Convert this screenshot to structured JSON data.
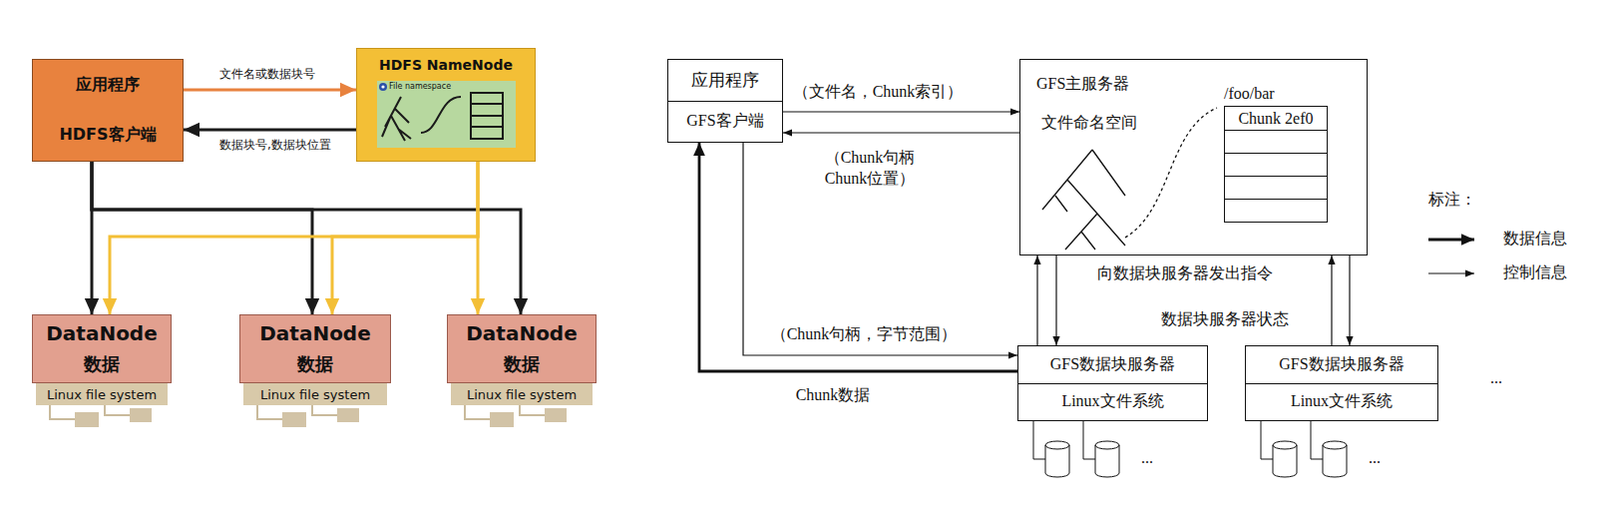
{
  "diagram": {
    "nodes": [
      {
        "text": [
          "应用程序",
          "HDFS客户端"
        ]
      },
      {
        "text": [
          "HDFS NameNode"
        ]
      },
      {
        "text": [
          "File namespace"
        ],
        "in": 1
      },
      {
        "text": [
          "DataNode",
          "数据"
        ]
      },
      {
        "text": [
          "Linux file system"
        ]
      },
      {
        "text": [
          "DataNode",
          "数据"
        ]
      },
      {
        "text": [
          "Linux file system"
        ]
      },
      {
        "text": [
          "DataNode",
          "数据"
        ]
      },
      {
        "text": [
          "Linux file system"
        ]
      },
      {
        "text": [
          "应用程序",
          "GFS客户端"
        ]
      },
      {
        "text": [
          "GFS主服务器",
          "文件命名空间"
        ]
      },
      {
        "text": [
          "/foo/bar",
          "Chunk 2ef0"
        ],
        "in": 10
      },
      {
        "text": [
          "GFS数据块服务器",
          "Linux文件系统"
        ]
      },
      {
        "text": [
          "GFS数据块服务器",
          "Linux文件系统"
        ]
      }
    ],
    "edges": [
      {
        "from": 0,
        "to": 1,
        "arrow": "to",
        "label": "文件名或数据块号"
      },
      {
        "from": 1,
        "to": 0,
        "arrow": "to",
        "label": "数据块号,数据块位置"
      },
      {
        "from": 0,
        "to": 3,
        "arrow": "to"
      },
      {
        "from": 0,
        "to": 5,
        "arrow": "to"
      },
      {
        "from": 0,
        "to": 7,
        "arrow": "to"
      },
      {
        "from": 1,
        "to": 3,
        "arrow": "to"
      },
      {
        "from": 1,
        "to": 5,
        "arrow": "to"
      },
      {
        "from": 1,
        "to": 7,
        "arrow": "to"
      },
      {
        "from": 9,
        "to": 10,
        "arrow": "to",
        "label": "（文件名，Chunk索引）"
      },
      {
        "from": 10,
        "to": 9,
        "arrow": "to",
        "label": "（Chunk句柄 Chunk位置）"
      },
      {
        "from": 9,
        "to": 12,
        "arrow": "to",
        "label": "（Chunk句柄，字节范围）"
      },
      {
        "from": 12,
        "to": 9,
        "arrow": "to",
        "label": "Chunk数据"
      },
      {
        "from": 12,
        "to": 10,
        "arrow": "to"
      },
      {
        "from": 10,
        "to": 12,
        "arrow": "to"
      },
      {
        "from": 13,
        "to": 10,
        "arrow": "to"
      },
      {
        "from": 10,
        "to": 13,
        "arrow": "to"
      }
    ],
    "labels": [
      "向数据块服务器发出指令",
      "数据块服务器状态",
      "...",
      "...",
      "...",
      "标注："
    ],
    "legend": [
      {
        "text": "数据信息"
      },
      {
        "text": "控制信息"
      }
    ]
  }
}
